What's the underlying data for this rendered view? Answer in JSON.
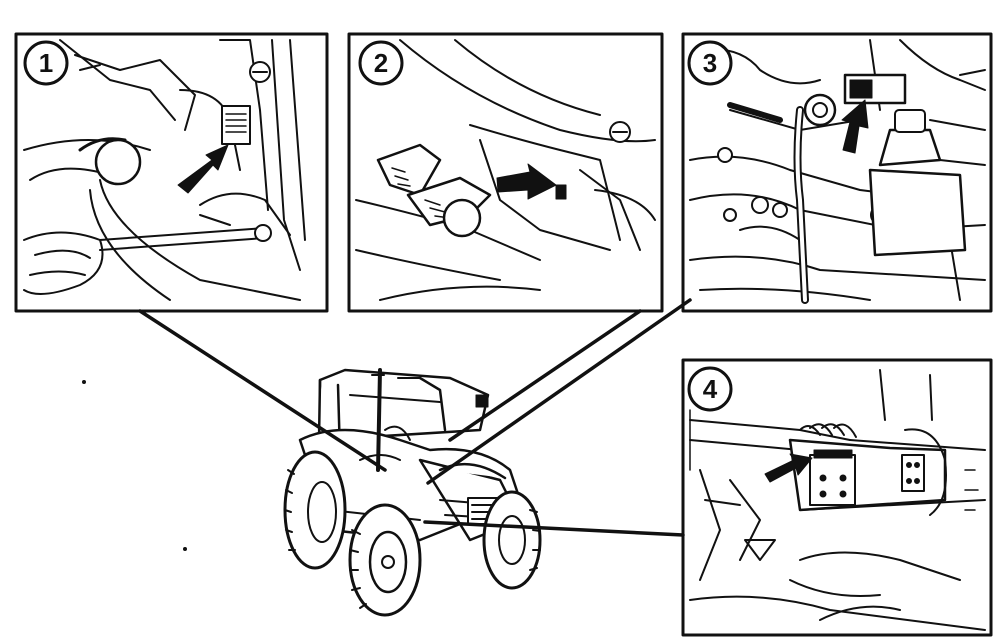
{
  "callouts": [
    {
      "id": "1",
      "label": "1",
      "subject": "cab-plate"
    },
    {
      "id": "2",
      "label": "2",
      "subject": "pedal-area-plate"
    },
    {
      "id": "3",
      "label": "3",
      "subject": "engine-plate"
    },
    {
      "id": "4",
      "label": "4",
      "subject": "frame-plate"
    }
  ],
  "colors": {
    "ink": "#111111",
    "paper": "#ffffff"
  },
  "icons": [
    "arrow-icon",
    "tractor-illustration"
  ]
}
